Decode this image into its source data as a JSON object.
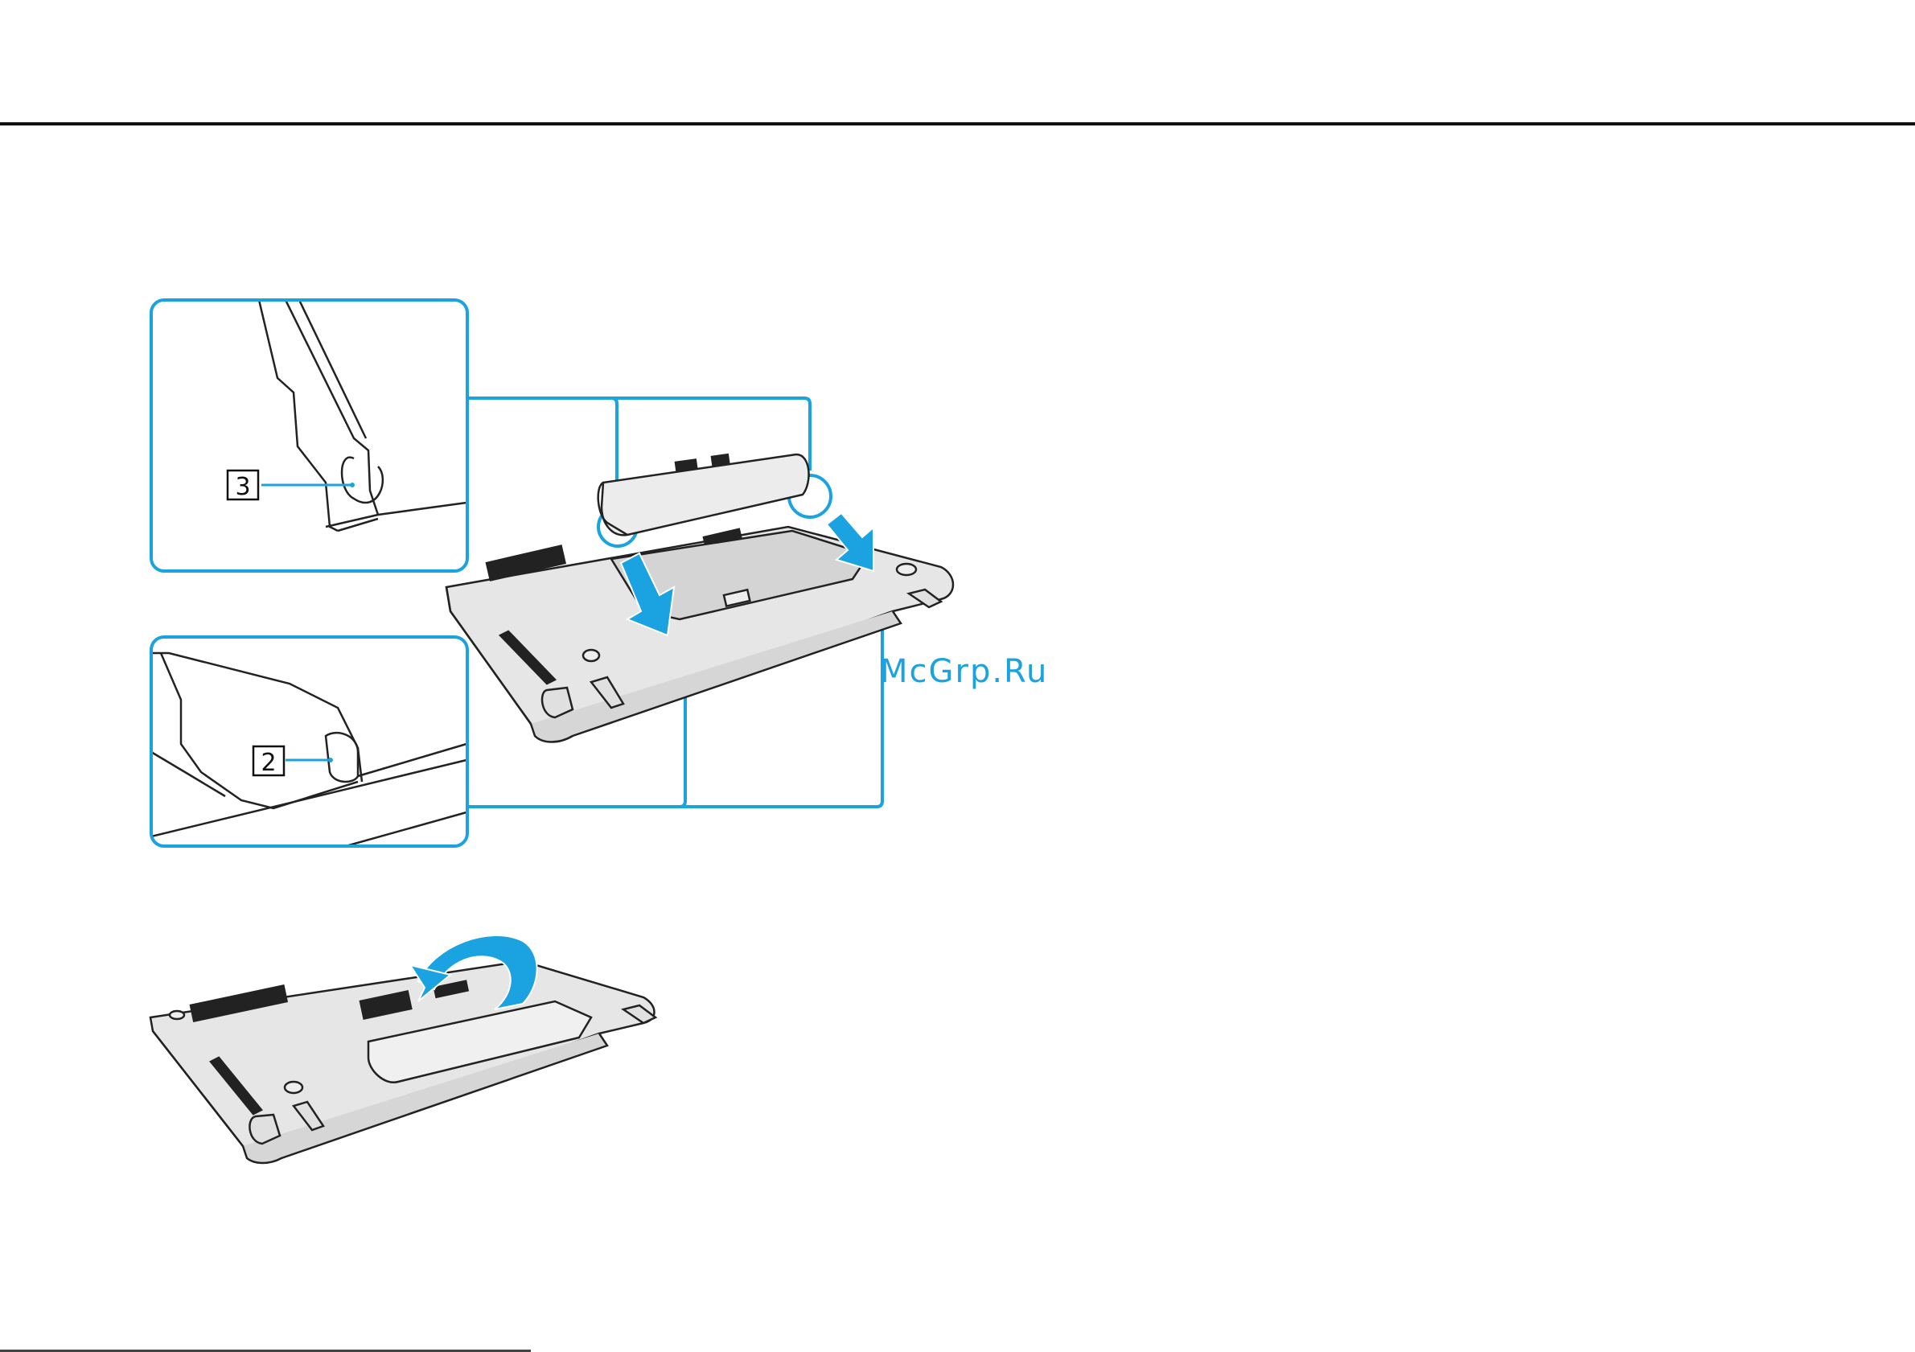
{
  "figure": {
    "callouts": [
      {
        "label": "3"
      },
      {
        "label": "2"
      }
    ]
  },
  "watermark": "McGrp.Ru",
  "colors": {
    "callout_frame": "#1aa3e0",
    "arrow": "#1aa3e0",
    "rule": "#111111"
  }
}
